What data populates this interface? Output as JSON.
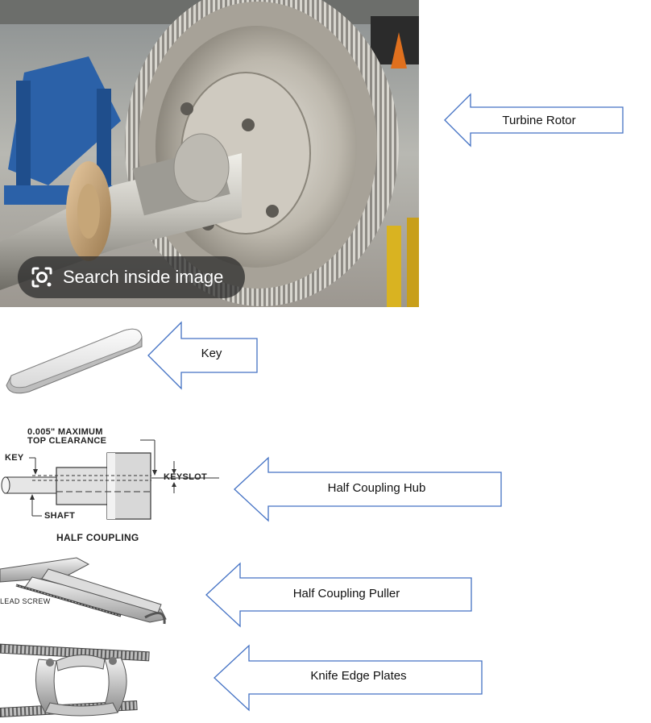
{
  "search_overlay": {
    "label": "Search inside image",
    "icon": "google-lens-icon"
  },
  "callouts": [
    {
      "label": "Turbine Rotor"
    },
    {
      "label": "Key"
    },
    {
      "label": "Half Coupling Hub"
    },
    {
      "label": "Half Coupling Puller"
    },
    {
      "label": "Knife Edge Plates"
    }
  ],
  "coupling_diagram": {
    "clearance_line1": "0.005\" MAXIMUM",
    "clearance_line2": "TOP CLEARANCE",
    "key": "KEY",
    "keyslot": "KEYSLOT",
    "shaft": "SHAFT",
    "caption": "HALF COUPLING"
  },
  "puller_diagram": {
    "lead_screw": "LEAD SCREW"
  },
  "colors": {
    "arrow_outline": "#4472c4",
    "photo_overlay": "#282828"
  }
}
